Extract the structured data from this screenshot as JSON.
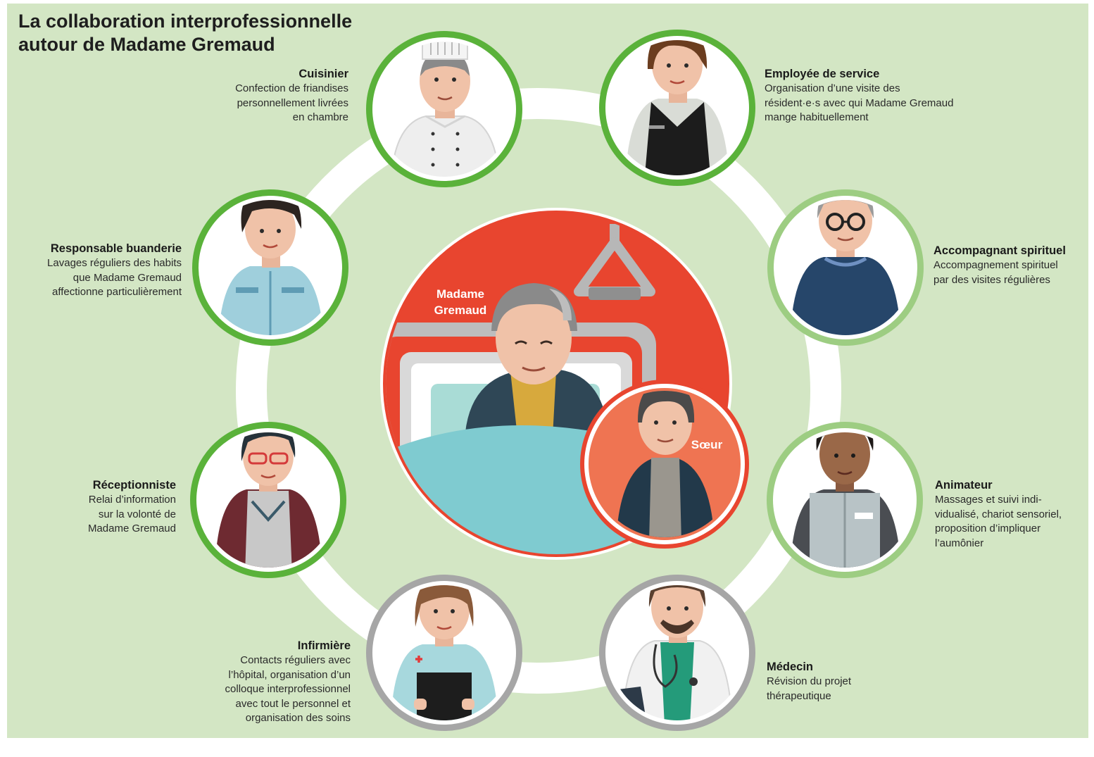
{
  "title_line1": "La collaboration interprofessionnelle",
  "title_line2": "autour de Madame Gremaud",
  "center": {
    "resident_name": "Madame\nGremaud",
    "sister_label": "Sœur"
  },
  "roles": {
    "cuisinier": {
      "name": "Cuisinier",
      "description": "Confection de friandises\npersonnellement livrées\nen chambre"
    },
    "employee": {
      "name": "Employée de service",
      "description": "Organisation d’une visite des\nrésident·e·s avec qui Madame Gremaud\nmange habituellement"
    },
    "buanderie": {
      "name": "Responsable buanderie",
      "description": "Lavages réguliers des habits\nque Madame Gremaud\naffectionne particulièrement"
    },
    "spirituel": {
      "name": "Accompagnant spirituel",
      "description": "Accompagnement spirituel\npar des visites régulières"
    },
    "receptionniste": {
      "name": "Réceptionniste",
      "description": "Relai d’information\nsur la volonté de\nMadame Gremaud"
    },
    "animateur": {
      "name": "Animateur",
      "description": "Massages et suivi indi-\nvidualisé, chariot sensoriel,\nproposition d’impliquer\nl’aumônier"
    },
    "infirmiere": {
      "name": "Infirmière",
      "description": "Contacts réguliers avec\nl’hôpital, organisation d’un\ncolloque interprofessionnel\navec tout le personnel et\norganisation des soins"
    },
    "medecin": {
      "name": "Médecin",
      "description": "Révision du projet\nthérapeutique"
    }
  },
  "colors": {
    "background": "#d3e6c4",
    "ring": "#ffffff",
    "green_dark": "#5ab23a",
    "green_light": "#9dcd82",
    "grey_ring": "#a6a6a6",
    "center_red": "#e8452f",
    "sister_orange": "#ef7452"
  }
}
